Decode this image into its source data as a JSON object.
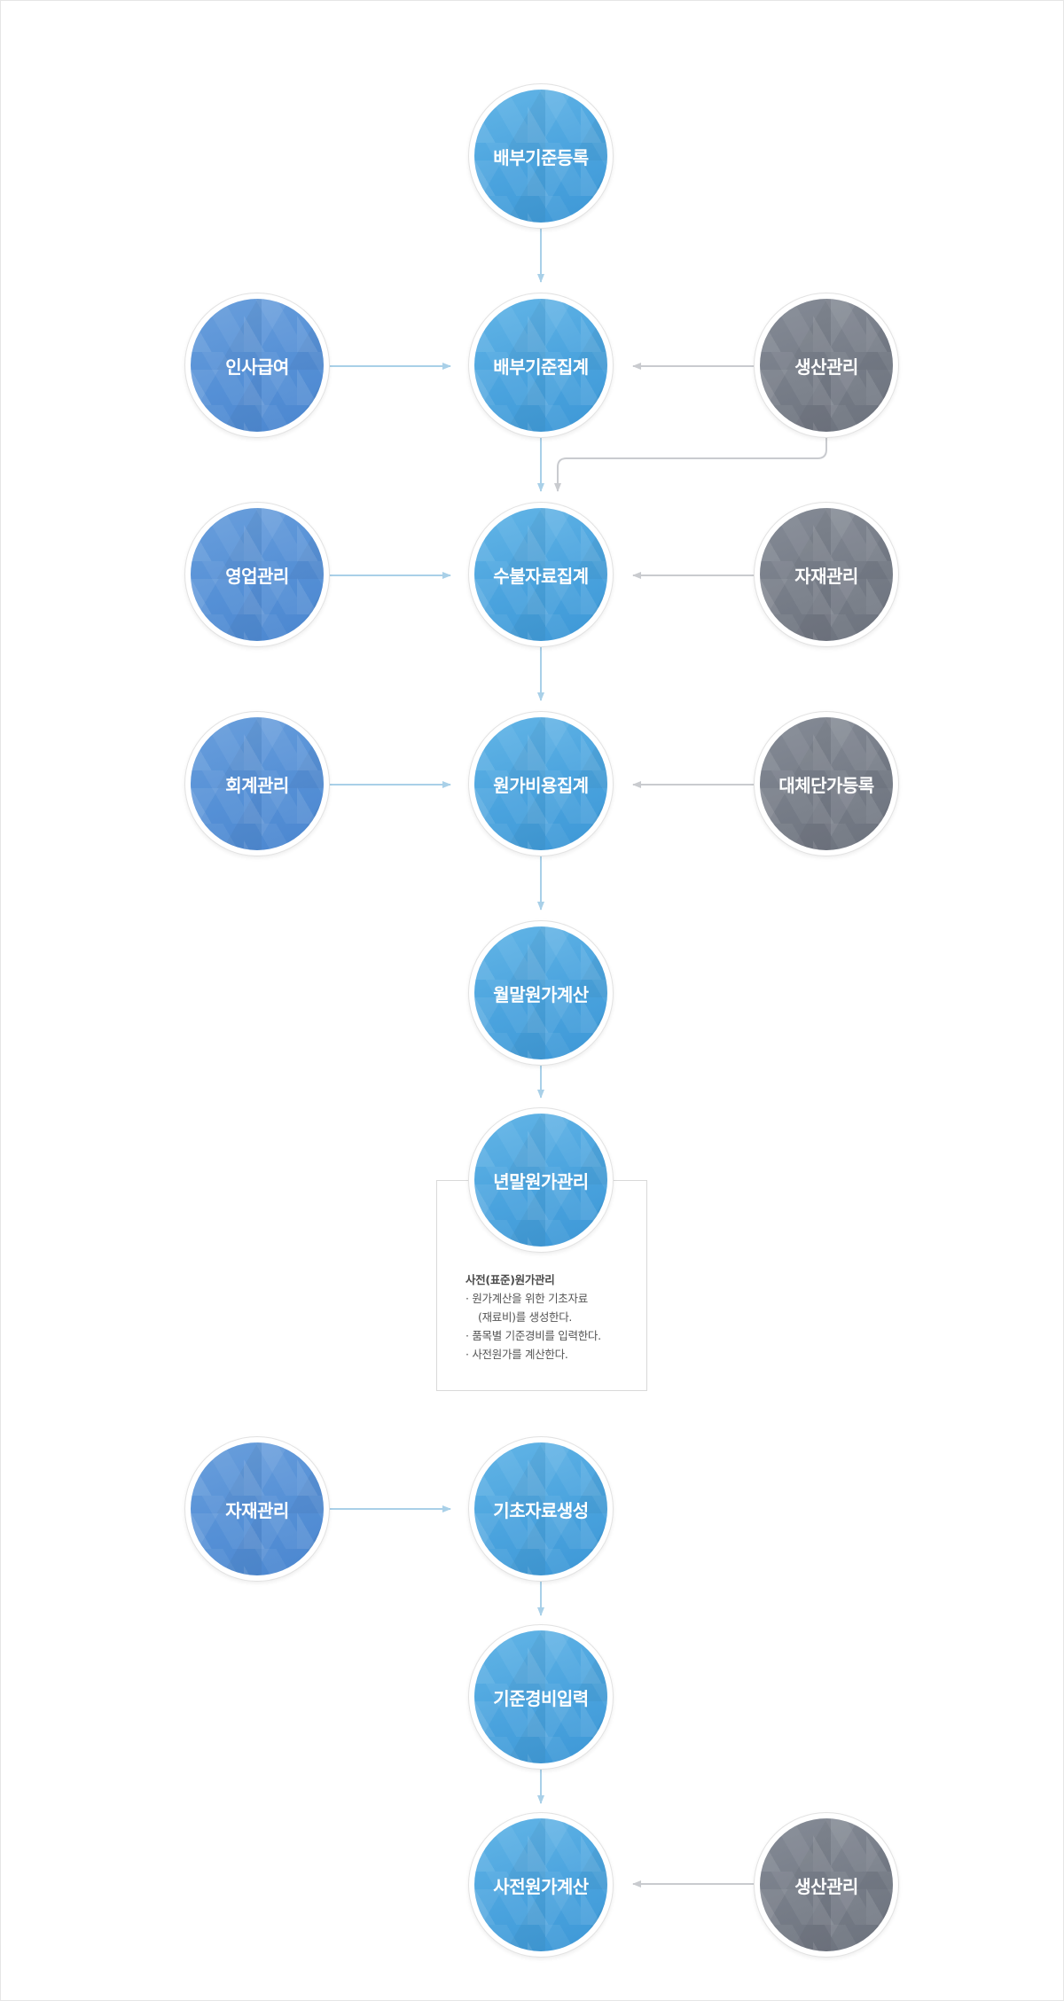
{
  "nodes": {
    "allocation_basis_register": "배부기준등록",
    "hr_payroll": "인사급여",
    "allocation_basis_aggregate": "배부기준집계",
    "production_management_1": "생산관리",
    "sales_management": "영업관리",
    "inout_data_aggregate": "수불자료집계",
    "materials_management_1": "자재관리",
    "accounting_management": "회계관리",
    "cost_expense_aggregate": "원가비용집계",
    "substitute_unit_price_register": "대체단가등록",
    "monthly_cost_calculation": "월말원가계산",
    "yearend_cost_management": "년말원가관리",
    "materials_management_2": "자재관리",
    "basic_data_generation": "기초자료생성",
    "standard_expense_input": "기준경비입력",
    "pre_cost_calculation": "사전원가계산",
    "production_management_2": "생산관리"
  },
  "note": {
    "title": "사전(표준)원가관리",
    "lines": [
      "· 원가계산을 위한 기초자료",
      "(재료비)를 생성한다.",
      "· 품목별 기준경비를 입력한다.",
      "· 사전원가를 계산한다."
    ]
  },
  "colors": {
    "core_node": "#4aa3de",
    "module_node": "#5590d6",
    "external_node": "#767c87",
    "blue_arrow": "#a9d0e8",
    "gray_arrow": "#c9cbcf"
  }
}
